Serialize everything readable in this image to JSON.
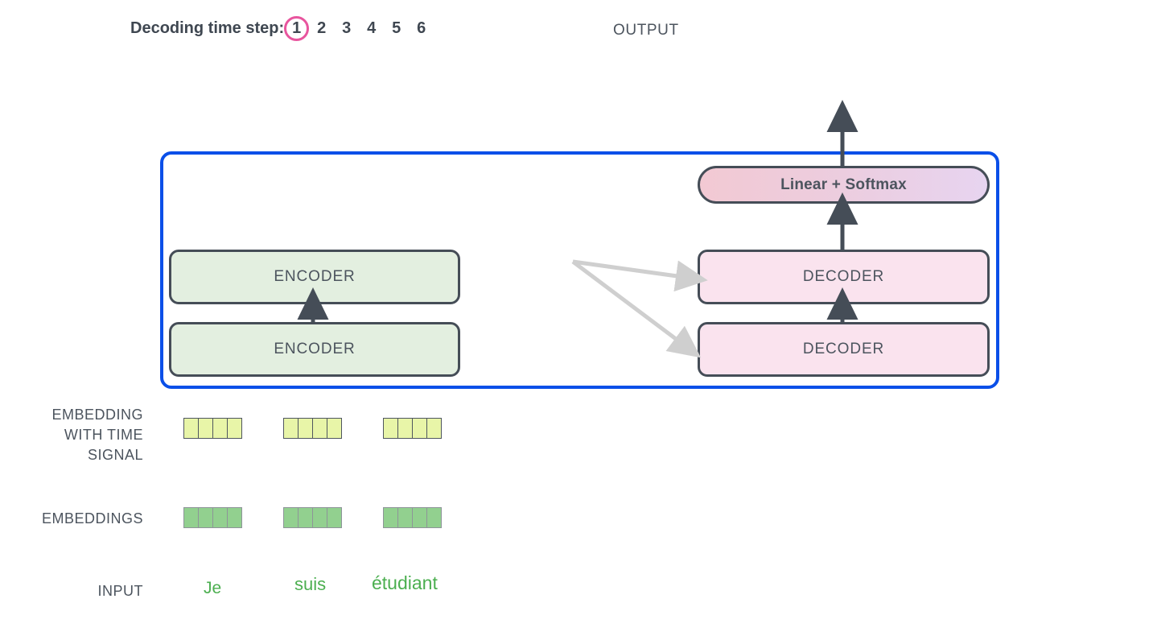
{
  "header": {
    "decoding_label": "Decoding time step:",
    "steps": [
      {
        "num": "1",
        "active": true
      },
      {
        "num": "2",
        "active": false
      },
      {
        "num": "3",
        "active": false
      },
      {
        "num": "4",
        "active": false
      },
      {
        "num": "5",
        "active": false
      },
      {
        "num": "6",
        "active": false
      }
    ],
    "output_label": "OUTPUT",
    "active_step_color": "#e8559e"
  },
  "model": {
    "container_border_color": "#0a4fe8",
    "linear_softmax": "Linear + Softmax",
    "encoders": [
      {
        "label": "ENCODER"
      },
      {
        "label": "ENCODER"
      }
    ],
    "decoders": [
      {
        "label": "DECODER"
      },
      {
        "label": "DECODER"
      }
    ],
    "encoder_color": "#e3efe0",
    "decoder_color": "#fae3ee",
    "block_border_color": "#454d57",
    "connector_arrow_color": "#cfcfcf",
    "flow_arrow_color": "#454d57"
  },
  "rows": {
    "embedding_time_label": [
      "EMBEDDING",
      "WITH TIME",
      "SIGNAL"
    ],
    "embeddings_label": "EMBEDDINGS",
    "input_label": "INPUT"
  },
  "tokens": [
    {
      "word": "Je",
      "time_cells": 4,
      "embedding_cells": 4
    },
    {
      "word": "suis",
      "time_cells": 4,
      "embedding_cells": 4
    },
    {
      "word": "étudiant",
      "time_cells": 4,
      "embedding_cells": 4
    }
  ],
  "colors": {
    "time_signal_cell": "#e8f5a8",
    "embedding_cell": "#92d08f",
    "input_word": "#4caf50",
    "text": "#4c545e",
    "background": "#ffffff"
  }
}
